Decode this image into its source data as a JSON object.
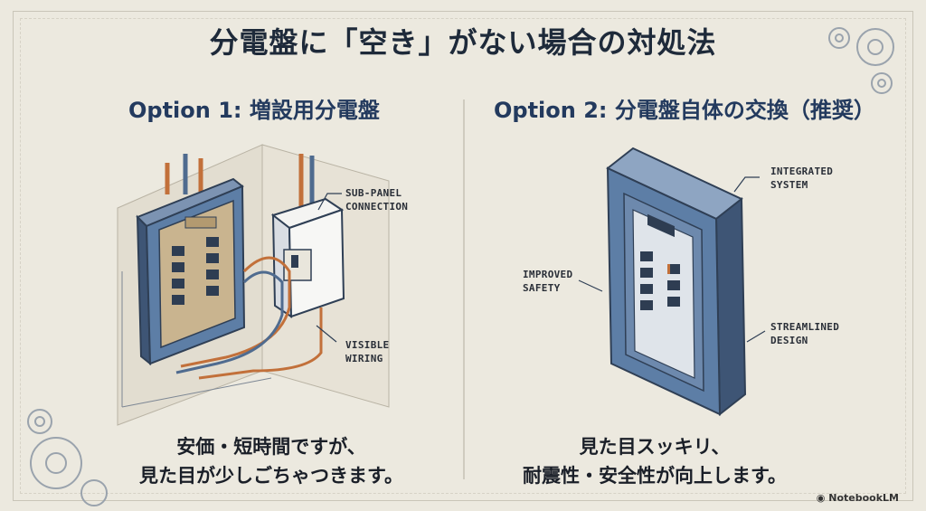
{
  "title": "分電盤に「空き」がない場合の対処法",
  "option1": {
    "heading": "Option 1: 増設用分電盤",
    "callouts": {
      "sub_panel": [
        "SUB-PANEL",
        "CONNECTION"
      ],
      "visible_wiring": [
        "VISIBLE",
        "WIRING"
      ]
    },
    "caption": [
      "安価・短時間ですが、",
      "見た目が少しごちゃつきます。"
    ]
  },
  "option2": {
    "heading": "Option 2: 分電盤自体の交換（推奨）",
    "callouts": {
      "integrated": [
        "INTEGRATED",
        "SYSTEM"
      ],
      "improved": [
        "IMPROVED",
        "SAFETY"
      ],
      "streamlined": [
        "STREAMLINED",
        "DESIGN"
      ]
    },
    "caption": [
      "見た目スッキリ、",
      "耐震性・安全性が向上します。"
    ]
  },
  "footer": "NotebookLM",
  "colors": {
    "background": "#ece9df",
    "panel_blue": "#5d7ea6",
    "wire_orange": "#c2703a",
    "heading_navy": "#233a5e"
  }
}
